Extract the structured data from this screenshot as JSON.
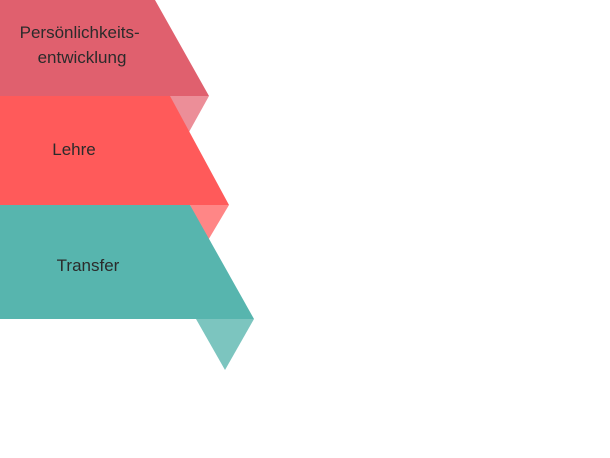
{
  "diagram": {
    "bands": [
      {
        "label_lines": [
          "Persönlichkeits-",
          "entwicklung"
        ],
        "color": "#e0606e",
        "tab_color": "#ec8e98"
      },
      {
        "label_lines": [
          "Lehre"
        ],
        "color": "#ff5a5a",
        "tab_color": "#ff8686"
      },
      {
        "label_lines": [
          "Transfer"
        ],
        "color": "#57b5ae",
        "tab_color": "#7cc5bf"
      }
    ]
  }
}
